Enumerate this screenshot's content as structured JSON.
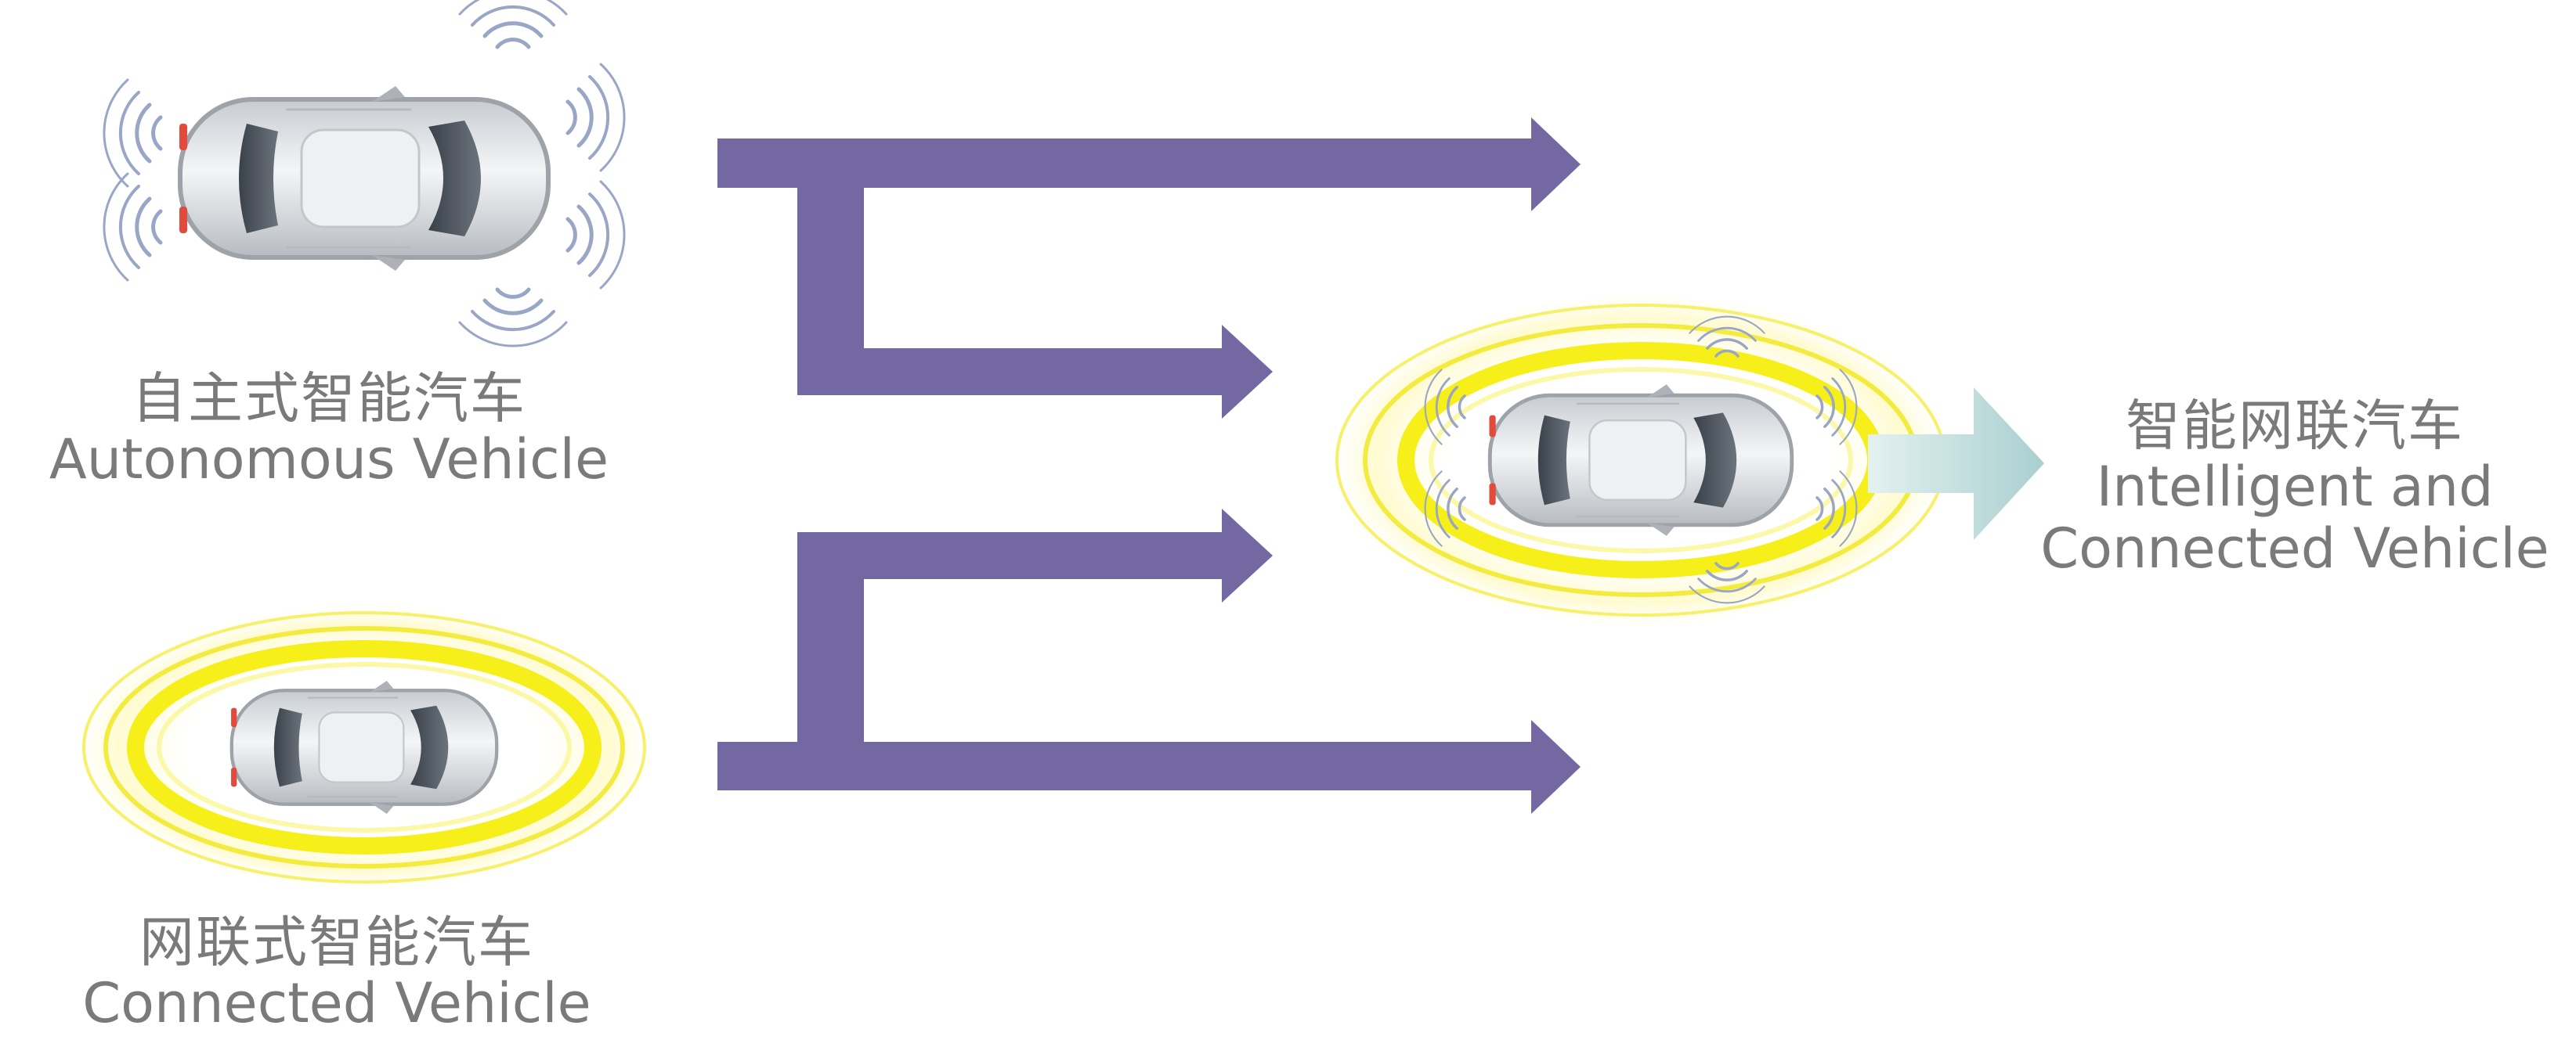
{
  "autonomous": {
    "zh": "自主式智能汽车",
    "en": "Autonomous Vehicle"
  },
  "connected": {
    "zh": "网联式智能汽车",
    "en": "Connected Vehicle"
  },
  "intelligent": {
    "zh": "智能网联汽车",
    "en_line1": "Intelligent and",
    "en_line2": "Connected Vehicle"
  },
  "colors": {
    "flow_arrow": "#7468a2",
    "result_arrow": "#cfe6e6",
    "halo": "#f6ef1a",
    "sensor_wave": "#9aa6c6",
    "label_text": "#7a7a7a"
  },
  "icons": [
    "car-top-view-icon",
    "sensor-wave-icon",
    "v2x-halo-icon",
    "arrow-right-icon"
  ]
}
